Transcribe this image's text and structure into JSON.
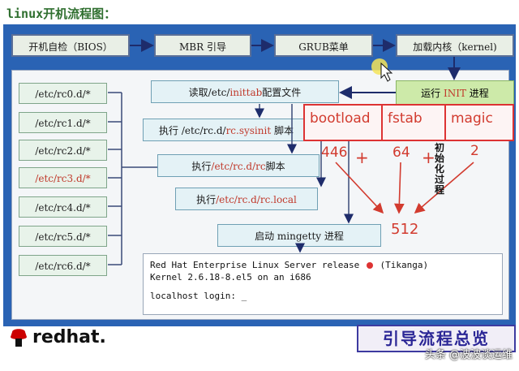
{
  "title": "linux开机流程图：",
  "top_row": [
    {
      "label": "开机自检（BIOS）"
    },
    {
      "label": "MBR 引导"
    },
    {
      "label": "GRUB菜单"
    },
    {
      "label": "加载内核（kernel)"
    }
  ],
  "init_box": {
    "prefix": "运行 ",
    "highlight": "INIT",
    "suffix": " 进程"
  },
  "steps": {
    "read_inittab": {
      "prefix": "读取/etc/",
      "highlight": "inittab",
      "suffix": "配置文件"
    },
    "sysinit": {
      "prefix": "执行 /etc/rc.d/",
      "highlight": "rc.sysinit",
      "suffix": " 脚本"
    },
    "rc_script": {
      "prefix": "执行",
      "highlight": "/etc/rc.d/rc",
      "suffix": "脚本"
    },
    "rc_local": {
      "prefix": "执行",
      "highlight": "/etc/rc.d/rc.local",
      "suffix": ""
    },
    "mingetty": {
      "label": "启动 mingetty 进程"
    }
  },
  "rc_dirs": [
    "/etc/rc0.d/*",
    "/etc/rc1.d/*",
    "/etc/rc2.d/*",
    "/etc/rc3.d/*",
    "/etc/rc4.d/*",
    "/etc/rc5.d/*",
    "/etc/rc6.d/*"
  ],
  "highlighted_rc": "/etc/rc3.d/*",
  "annotation": {
    "cells": [
      "bootload",
      "fstab",
      "magic"
    ],
    "numbers": [
      "446",
      "64",
      "2",
      "512"
    ],
    "plus": "+",
    "init_note": "初始化过程"
  },
  "terminal": {
    "line1_a": "Red Hat Enterprise Linux Server release ",
    "line1_b": " (Tikanga)",
    "line2": "Kernel 2.6.18-8.el5 on an i686",
    "line3": "localhost login: _"
  },
  "footer": {
    "logo_text": "redhat.",
    "title": "引导流程总览",
    "watermark": "头条 @波波谈运维"
  },
  "colors": {
    "stage": "#2a63b4",
    "accent_red": "#d23b2f",
    "green_box": "#cdeaa9"
  }
}
